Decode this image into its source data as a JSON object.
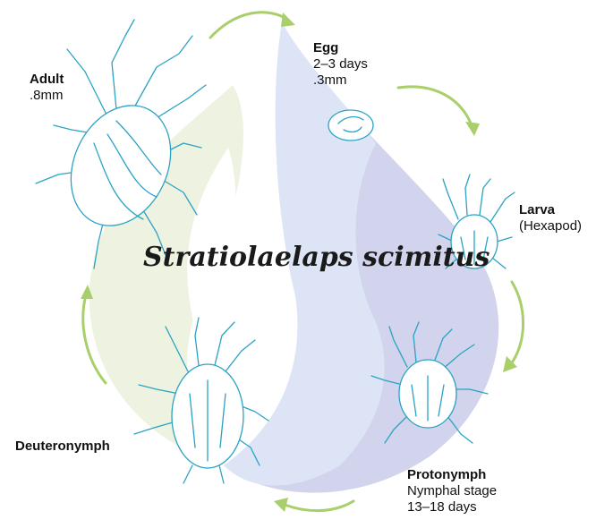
{
  "title": "Stratiolaelaps scimitus",
  "stages": {
    "egg": {
      "name": "Egg",
      "lines": [
        "2–3 days",
        ".3mm"
      ]
    },
    "larva": {
      "name": "Larva",
      "lines": [
        "(Hexapod)"
      ]
    },
    "protonymph": {
      "name": "Protonymph",
      "lines": [
        "Nymphal stage",
        "13–18 days"
      ]
    },
    "deuteronymph": {
      "name": "Deuteronymph",
      "lines": []
    },
    "adult": {
      "name": "Adult",
      "lines": [
        ".8mm"
      ]
    }
  },
  "colors": {
    "mite_outline": "#2aa3c4",
    "arrow": "#a8cf6a",
    "drop_light_blue": "#dde4f6",
    "drop_purple": "#d2d3ec",
    "leaf_green": "#eef2e0"
  }
}
